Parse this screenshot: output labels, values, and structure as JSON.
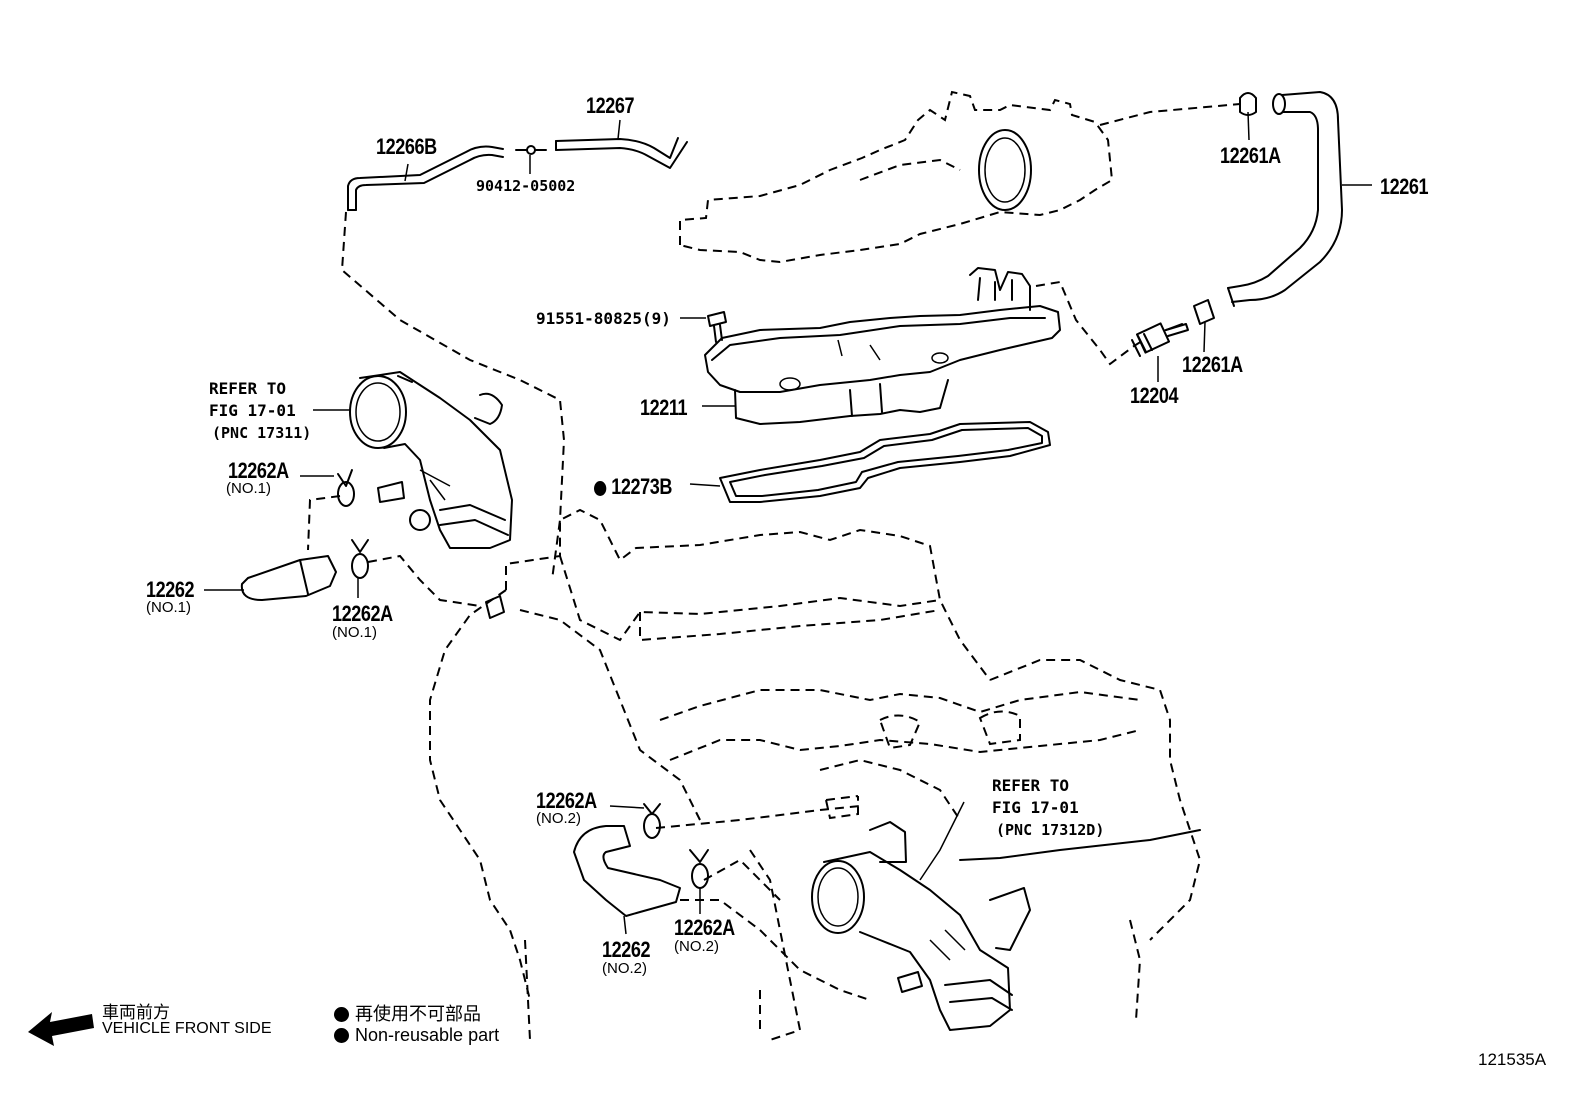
{
  "labels": {
    "p12266B": "12266B",
    "p12267": "12267",
    "p90412": "90412-05002",
    "p12261A_top": "12261A",
    "p12261": "12261",
    "p91551": "91551-80825(9)",
    "p12261A_mid": "12261A",
    "p12204": "12204",
    "p12211": "12211",
    "p12273B": "12273B",
    "p12262A_1a": "12262A",
    "p12262A_1a_sub": "(NO.1)",
    "p12262_1": "12262",
    "p12262_1_sub": "(NO.1)",
    "p12262A_1b": "12262A",
    "p12262A_1b_sub": "(NO.1)",
    "p12262A_2a": "12262A",
    "p12262A_2a_sub": "(NO.2)",
    "p12262_2": "12262",
    "p12262_2_sub": "(NO.2)",
    "p12262A_2b": "12262A",
    "p12262A_2b_sub": "(NO.2)"
  },
  "refers": {
    "upper": {
      "line1": "REFER TO",
      "line2": "FIG 17-01",
      "line3": "(PNC 17311)"
    },
    "lower": {
      "line1": "REFER TO",
      "line2": "FIG 17-01",
      "line3": "(PNC 17312D)"
    }
  },
  "legend": {
    "front_jp": "車両前方",
    "front_en": "VEHICLE FRONT SIDE",
    "nonreuse_jp": "再使用不可部品",
    "nonreuse_en": "Non-reusable part"
  },
  "figure_id": "121535A"
}
